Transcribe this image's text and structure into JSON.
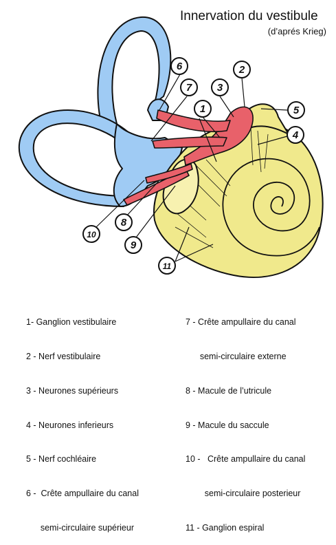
{
  "title": "Innervation du vestibule",
  "subtitle": "(d’aprés Krieg)",
  "colors": {
    "labyrinth": "#9fcbf4",
    "nerve": "#e8616a",
    "cochlea": "#f0e98c",
    "macula": "#f7f1b0",
    "outline": "#111111"
  },
  "callouts": [
    "1",
    "2",
    "3",
    "4",
    "5",
    "6",
    "7",
    "8",
    "9",
    "10",
    "11"
  ],
  "legend_left": [
    "1- Ganglion vestibulaire",
    "2 - Nerf vestibulaire",
    "3 - Neurones supérieurs",
    "4 - Neurones inferieurs",
    "5 - Nerf cochléaire",
    "6 -  Crête ampullaire du canal",
    "      semi-circulaire supérieur"
  ],
  "legend_right": [
    "7 - Crête ampullaire du canal",
    "      semi-circulaire externe",
    "8 - Macule de l’utricule",
    "9 - Macule du saccule",
    "10 -   Crête ampullaire du canal",
    "        semi-circulaire posterieur",
    "11 - Ganglion espiral"
  ]
}
